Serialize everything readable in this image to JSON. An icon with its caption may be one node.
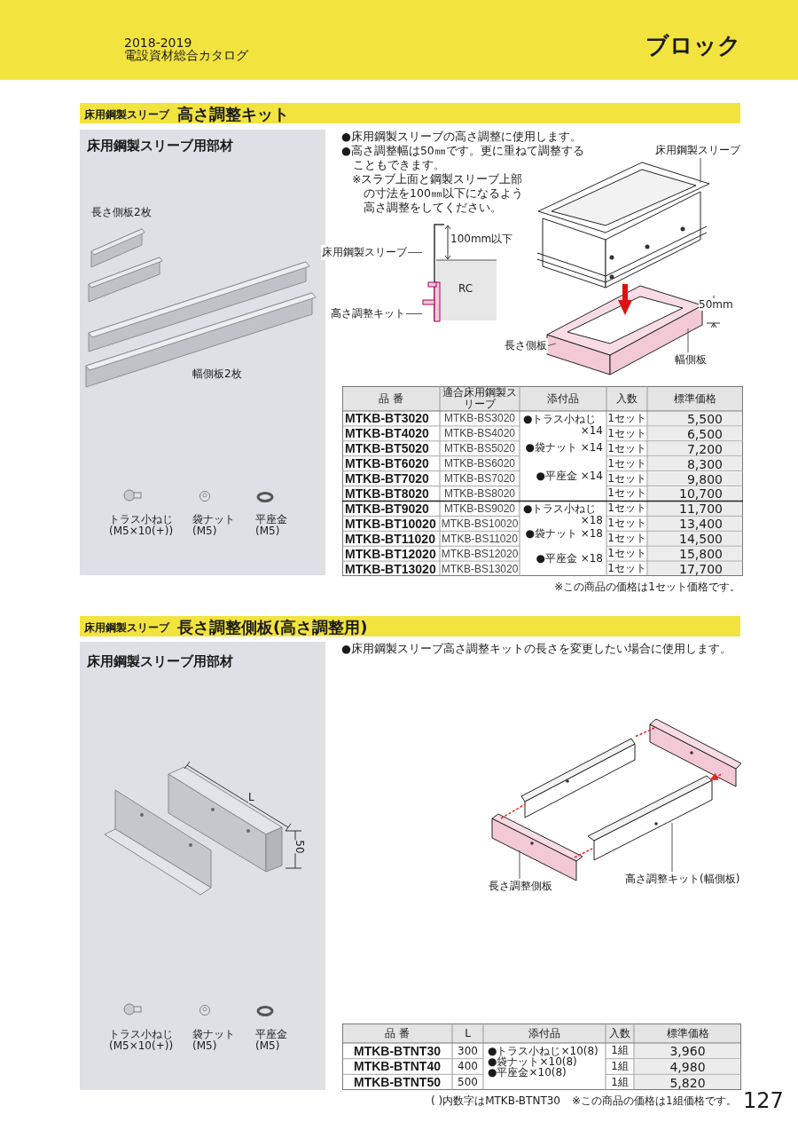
{
  "diagram": {
    "title": "ブロック",
    "nodes": [
      {
        "text": [
          "床用鋼製スリーブ"
        ]
      },
      {
        "text": [
          "床用鋼製スリーブ"
        ]
      },
      {
        "text": [
          "高さ調整キット"
        ]
      },
      {
        "text": [
          "長さ側板"
        ]
      },
      {
        "text": [
          "幅側板"
        ]
      },
      {
        "text": [
          "長さ調整側板"
        ]
      },
      {
        "text": [
          "高さ調整キット(幅側板)"
        ]
      },
      {
        "text": [],
        "shape": "picture"
      }
    ],
    "edges": [
      {
        "from": 0,
        "to": null,
        "arrow": "none"
      },
      {
        "from": 1,
        "to": 7,
        "arrow": "none"
      },
      {
        "from": 2,
        "to": 7,
        "arrow": "none"
      },
      {
        "from": 3,
        "to": null,
        "arrow": "none"
      },
      {
        "from": 4,
        "to": null,
        "arrow": "none"
      },
      {
        "from": 5,
        "to": null,
        "arrow": "none"
      },
      {
        "from": 6,
        "to": null,
        "arrow": "none"
      }
    ],
    "labels": [
      "2018-2019",
      "電設資材総合カタログ",
      "床用鋼製スリーブ",
      "高さ調整キット",
      "床用鋼製スリーブ用部材",
      "●床用鋼製スリーブの高さ調整に使用します。",
      "●高さ調整幅は50㎜です。更に重ねて調整することもできます。",
      "※スラブ上面と鋼製スリーブ上部の寸法を100㎜以下になるよう高さ調整をしてください。",
      "長さ側板2枚",
      "100mm以下",
      "RC",
      "50mm",
      "幅側板2枚",
      "トラス小ねじ",
      "(M5×10(+))",
      "袋ナット",
      "(M5)",
      "平座金",
      "(M5)",
      "品 番",
      "適合床用鋼製スリーブ",
      "添付品",
      "入数",
      "標準価格",
      "MTKB-BT3020",
      "MTKB-BS3020",
      "●トラス小ねじ ×14",
      "●袋ナット ×14",
      "●平座金 ×14",
      "1セット",
      "5,500",
      "MTKB-BT4020",
      "MTKB-BS4020",
      "1セット",
      "6,500",
      "MTKB-BT5020",
      "MTKB-BS5020",
      "1セット",
      "7,200",
      "MTKB-BT6020",
      "MTKB-BS6020",
      "1セット",
      "8,300",
      "MTKB-BT7020",
      "MTKB-BS7020",
      "1セット",
      "9,800",
      "MTKB-BT8020",
      "MTKB-BS8020",
      "1セット",
      "10,700",
      "MTKB-BT9020",
      "MTKB-BS9020",
      "●トラス小ねじ ×18",
      "●袋ナット ×18",
      "●平座金 ×18",
      "1セット",
      "11,700",
      "MTKB-BT10020",
      "MTKB-BS10020",
      "1セット",
      "13,400",
      "MTKB-BT11020",
      "MTKB-BS11020",
      "1セット",
      "14,500",
      "MTKB-BT12020",
      "MTKB-BS12020",
      "1セット",
      "15,800",
      "MTKB-BT13020",
      "MTKB-BS13020",
      "1セット",
      "17,700",
      "※この商品の価格は1セット価格です。",
      "床用鋼製スリーブ",
      "長さ調整側板(高さ調整用)",
      "床用鋼製スリーブ用部材",
      "●床用鋼製スリーブ高さ調整キットの長さを変更したい場合に使用します。",
      "L",
      "50",
      "トラス小ねじ",
      "(M5×10(+))",
      "袋ナット",
      "(M5)",
      "平座金",
      "(M5)",
      "品 番",
      "L",
      "添付品",
      "入数",
      "標準価格",
      "MTKB-BTNT30",
      "300",
      "●トラス小ねじ×10(8)",
      "●袋ナット×10(8)",
      "●平座金×10(8)",
      "1組",
      "3,960",
      "MTKB-BTNT40",
      "400",
      "1組",
      "4,980",
      "MTKB-BTNT50",
      "500",
      "1組",
      "5,820",
      "( )内数字はMTKB-BTNT30",
      "※この商品の価格は1組価格です。",
      "127"
    ]
  }
}
